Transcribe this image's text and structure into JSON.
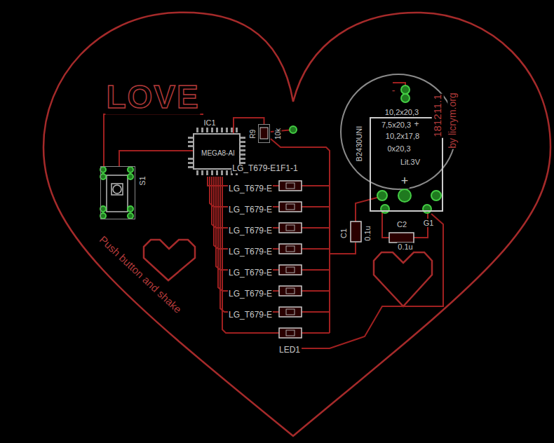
{
  "diagram": {
    "nodes": [
      {
        "text": [
          "IC1",
          "MEGA8-AI"
        ]
      },
      {
        "text": [
          "R9",
          "10k"
        ]
      },
      {
        "text": [
          "S1"
        ]
      },
      {
        "text": [
          "10,2x20,3",
          "7,5x20,3",
          "10,2x17,8",
          "0x20,3",
          "Lit.3V"
        ]
      }
    ],
    "edges": [
      {
        "from": 0,
        "to": 2,
        "arrow": "none"
      },
      {
        "from": 0,
        "to": 1,
        "arrow": "none"
      }
    ],
    "labels": [
      "LOVE",
      "LG_T679-E1F1-1",
      "LG_T679-E",
      "LG_T679-E",
      "LG_T679-E",
      "LG_T679-E",
      "LG_T679-E",
      "LG_T679-E",
      "LG_T679-E",
      "LED1",
      "C1",
      "0.1u",
      "C2",
      "0.1u",
      "G1",
      "B2430UNI",
      "181211.1",
      "by licrym.org",
      "+",
      "+",
      "-",
      "Push button and shake"
    ]
  }
}
